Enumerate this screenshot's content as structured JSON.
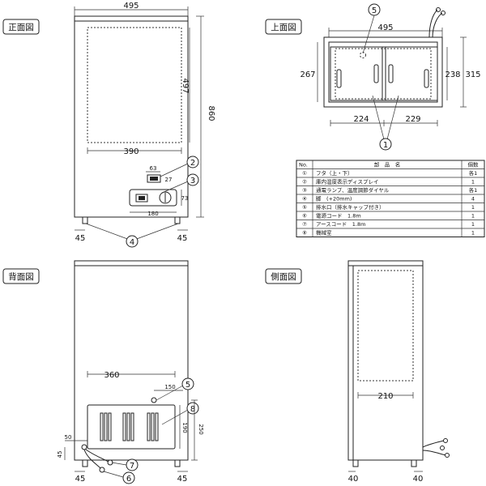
{
  "views": {
    "front": "正面図",
    "top": "上面図",
    "back": "背面図",
    "side": "側面図"
  },
  "dims": {
    "front_width": "495",
    "front_inner_height": "497",
    "front_height": "860",
    "front_inner_width": "390",
    "front_display_w": "63",
    "front_display_h": "27",
    "front_panel_h": "73",
    "front_panel_w": "180",
    "front_leg_left": "45",
    "front_leg_right": "45",
    "top_width": "495",
    "top_depth": "267",
    "top_inner_depth": "238",
    "top_total_depth": "315",
    "top_lid_left": "224",
    "top_lid_right": "229",
    "back_width": "360",
    "back_drain_offset": "150",
    "back_plate_h": "190",
    "back_plate_total": "250",
    "back_cord_x": "50",
    "back_cord_y": "45",
    "back_leg_left": "45",
    "back_leg_right": "45",
    "side_inner": "210",
    "side_leg_left": "40",
    "side_leg_right": "40"
  },
  "callouts": {
    "c2": "2",
    "c3": "3",
    "c4": "4",
    "c5": "5",
    "c6": "6",
    "c7": "7",
    "c8": "8",
    "c1": "1",
    "c5top": "5"
  },
  "parts_table": {
    "headers": [
      "No.",
      "部　品　名",
      "個数"
    ],
    "rows": [
      [
        "①",
        "フタ（上・下）",
        "各1"
      ],
      [
        "②",
        "庫内温度表示ディスプレイ",
        "1"
      ],
      [
        "③",
        "通電ランプ、温度調節ダイヤル",
        "各1"
      ],
      [
        "④",
        "脚　(+20mm)",
        "4"
      ],
      [
        "⑤",
        "排水口（排水キャップ付き）",
        "1"
      ],
      [
        "⑥",
        "電源コード　1.8m",
        "1"
      ],
      [
        "⑦",
        "アースコード　1.8m",
        "1"
      ],
      [
        "⑧",
        "機械室",
        "1"
      ]
    ]
  }
}
